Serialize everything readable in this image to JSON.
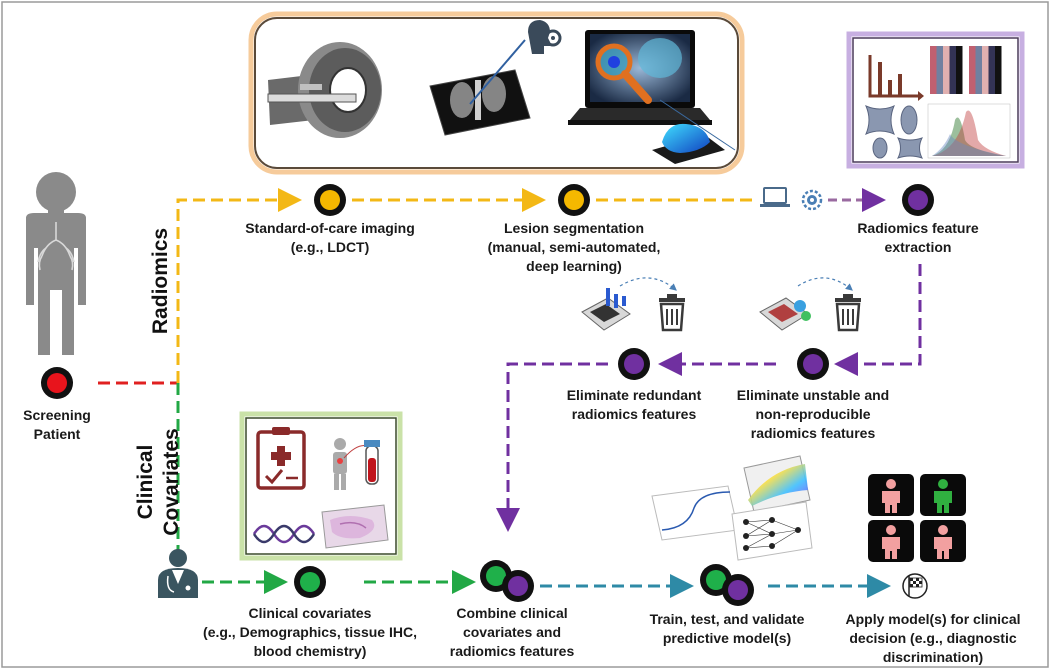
{
  "side_labels": {
    "radiomics": "Radiomics",
    "clinical_line1": "Clinical",
    "clinical_line2": "Covariates"
  },
  "steps": {
    "screening": [
      "Screening",
      "Patient"
    ],
    "imaging": [
      "Standard-of-care imaging",
      "(e.g., LDCT)"
    ],
    "segmentation": [
      "Lesion segmentation",
      "(manual, semi-automated,",
      "deep learning)"
    ],
    "extraction": [
      "Radiomics feature",
      "extraction"
    ],
    "eliminate_unstable": [
      "Eliminate unstable and",
      "non-reproducible",
      "radiomics features"
    ],
    "eliminate_redundant": [
      "Eliminate redundant",
      "radiomics features"
    ],
    "clinical_covariates": [
      "Clinical covariates",
      "(e.g., Demographics, tissue IHC,",
      "blood chemistry)"
    ],
    "combine": [
      "Combine clinical",
      "covariates and",
      "radiomics features"
    ],
    "train": [
      "Train, test, and validate",
      "predictive model(s)"
    ],
    "apply": [
      "Apply model(s) for clinical",
      "decision (e.g., diagnostic",
      "discrimination)"
    ]
  },
  "colors": {
    "border": "#9a9a9a",
    "red_path": "#e02020",
    "radiomics_path": "#f3b816",
    "feature_path": "#7030a0",
    "clinical_path": "#22a845",
    "model_path": "#2e8aa6",
    "node_yellow": "#f5b800",
    "node_purple": "#7030a0",
    "node_green": "#1fb04a",
    "node_red": "#e8141c",
    "imaging_box": "#f0a24a",
    "feature_box": "#9b6fc9",
    "clinical_box": "#a8d070"
  },
  "icons": [
    "human-lungs-icon",
    "ct-scanner-icon",
    "ct-scan-image-icon",
    "ai-head-gear-icon",
    "computer-monitor-icon",
    "magnifier-icon",
    "3d-tumor-icon",
    "bar-chart-icon",
    "texture-matrix-icon",
    "shape-icon",
    "histogram-icon",
    "laptop-icon",
    "gear-icon",
    "trash-icon",
    "clipboard-icon",
    "patient-blood-icon",
    "dna-icon",
    "tissue-slide-icon",
    "doctor-icon",
    "sigmoid-curve-icon",
    "neural-network-icon",
    "heatmap-icon",
    "person-grid-icon",
    "checkered-flag-icon"
  ]
}
